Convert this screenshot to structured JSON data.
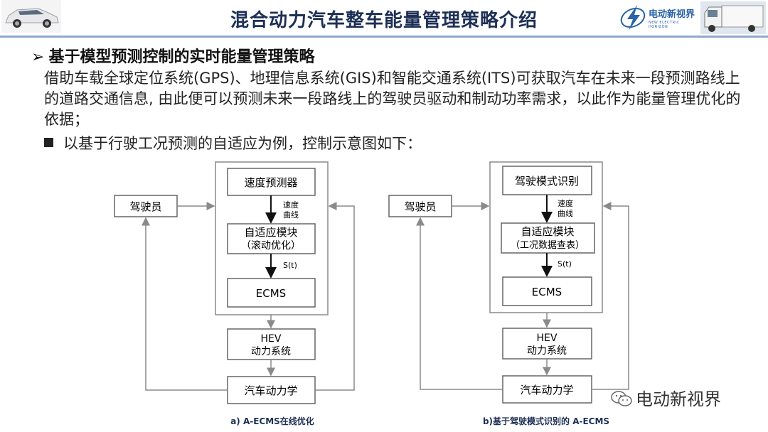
{
  "header": {
    "title": "混合动力汽车整车能量管理策略介绍",
    "logo_text": "电动新视界",
    "logo_subtext": "NEW ELECTRIC HORIZON"
  },
  "section": {
    "heading": "基于模型预测控制的实时能量管理策略",
    "paragraph": "借助车载全球定位系统(GPS)、地理信息系统(GIS)和智能交通系统(ITS)可获取汽车在未来一段预测路线上的道路交通信息, 由此便可以预测未来一段路线上的驾驶员驱动和制动功率需求，以此作为能量管理优化的依据；",
    "bullet": "以基于行驶工况预测的自适应为例，控制示意图如下："
  },
  "diagram_a": {
    "driver": "驾驶员",
    "block1": "速度预测器",
    "edge1_line1": "速度",
    "edge1_line2": "曲线",
    "block2_line1": "自适应模块",
    "block2_line2": "（滚动优化）",
    "edge2": "S(t)",
    "block3": "ECMS",
    "hev_line1": "HEV",
    "hev_line2": "动力系统",
    "dynamics": "汽车动力学",
    "caption": "a) A-ECMS在线优化"
  },
  "diagram_b": {
    "driver": "驾驶员",
    "block1": "驾驶模式识别",
    "edge1_line1": "速度",
    "edge1_line2": "曲线",
    "block2_line1": "自适应模块",
    "block2_line2": "（工况数据查表）",
    "edge2": "S(t)",
    "block3": "ECMS",
    "hev_line1": "HEV",
    "hev_line2": "动力系统",
    "dynamics": "汽车动力学",
    "caption": "b)基于驾驶模式识别的 A-ECMS"
  },
  "watermark": "电动新视界"
}
